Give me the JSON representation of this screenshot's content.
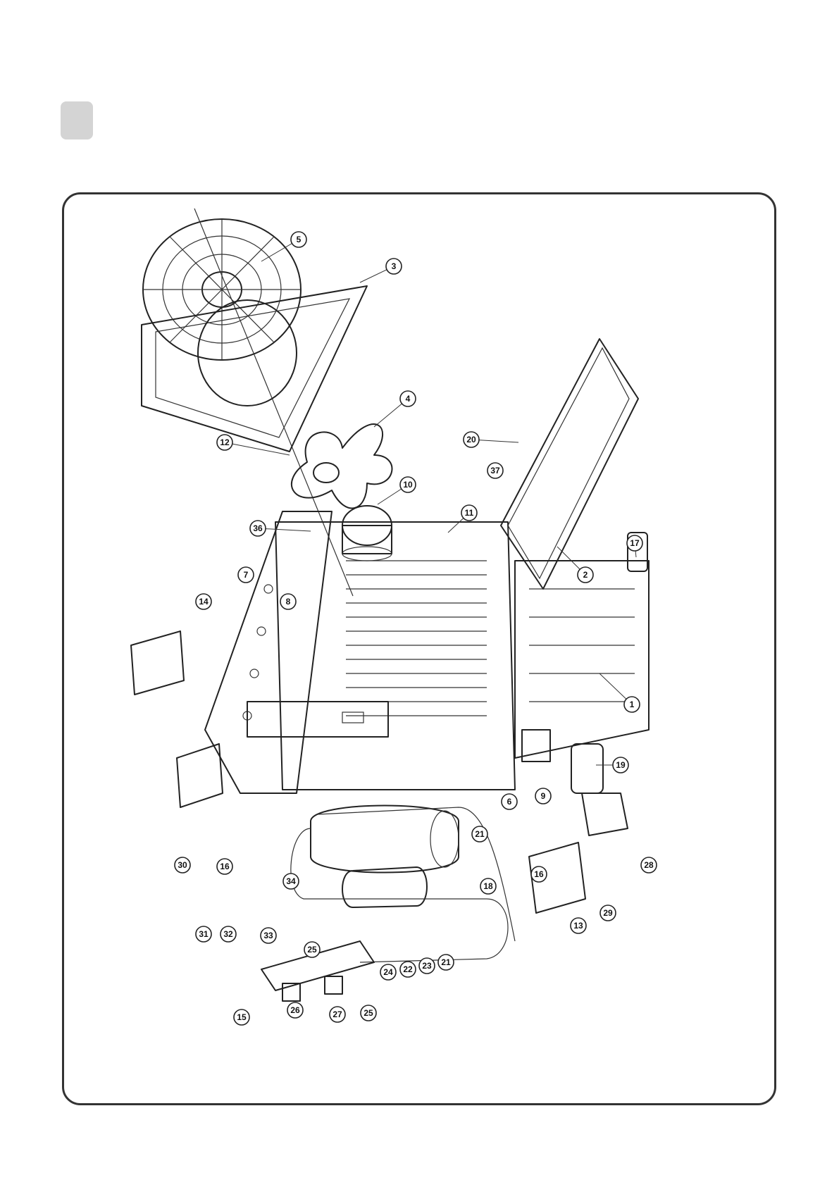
{
  "callouts": [
    {
      "id": "c1",
      "label": "1"
    },
    {
      "id": "c2",
      "label": "2"
    },
    {
      "id": "c3",
      "label": "3"
    },
    {
      "id": "c4",
      "label": "4"
    },
    {
      "id": "c5",
      "label": "5"
    },
    {
      "id": "c6",
      "label": "6"
    },
    {
      "id": "c7",
      "label": "7"
    },
    {
      "id": "c8",
      "label": "8"
    },
    {
      "id": "c9",
      "label": "9"
    },
    {
      "id": "c10",
      "label": "10"
    },
    {
      "id": "c11",
      "label": "11"
    },
    {
      "id": "c12",
      "label": "12"
    },
    {
      "id": "c13",
      "label": "13"
    },
    {
      "id": "c14",
      "label": "14"
    },
    {
      "id": "c15",
      "label": "15"
    },
    {
      "id": "c16a",
      "label": "16"
    },
    {
      "id": "c16b",
      "label": "16"
    },
    {
      "id": "c17",
      "label": "17"
    },
    {
      "id": "c18",
      "label": "18"
    },
    {
      "id": "c19",
      "label": "19"
    },
    {
      "id": "c20",
      "label": "20"
    },
    {
      "id": "c21a",
      "label": "21"
    },
    {
      "id": "c21b",
      "label": "21"
    },
    {
      "id": "c22",
      "label": "22"
    },
    {
      "id": "c23",
      "label": "23"
    },
    {
      "id": "c24",
      "label": "24"
    },
    {
      "id": "c25a",
      "label": "25"
    },
    {
      "id": "c25b",
      "label": "25"
    },
    {
      "id": "c26",
      "label": "26"
    },
    {
      "id": "c27",
      "label": "27"
    },
    {
      "id": "c28",
      "label": "28"
    },
    {
      "id": "c29",
      "label": "29"
    },
    {
      "id": "c30",
      "label": "30"
    },
    {
      "id": "c31",
      "label": "31"
    },
    {
      "id": "c32",
      "label": "32"
    },
    {
      "id": "c33",
      "label": "33"
    },
    {
      "id": "c34",
      "label": "34"
    },
    {
      "id": "c36",
      "label": "36"
    },
    {
      "id": "c37",
      "label": "37"
    }
  ]
}
